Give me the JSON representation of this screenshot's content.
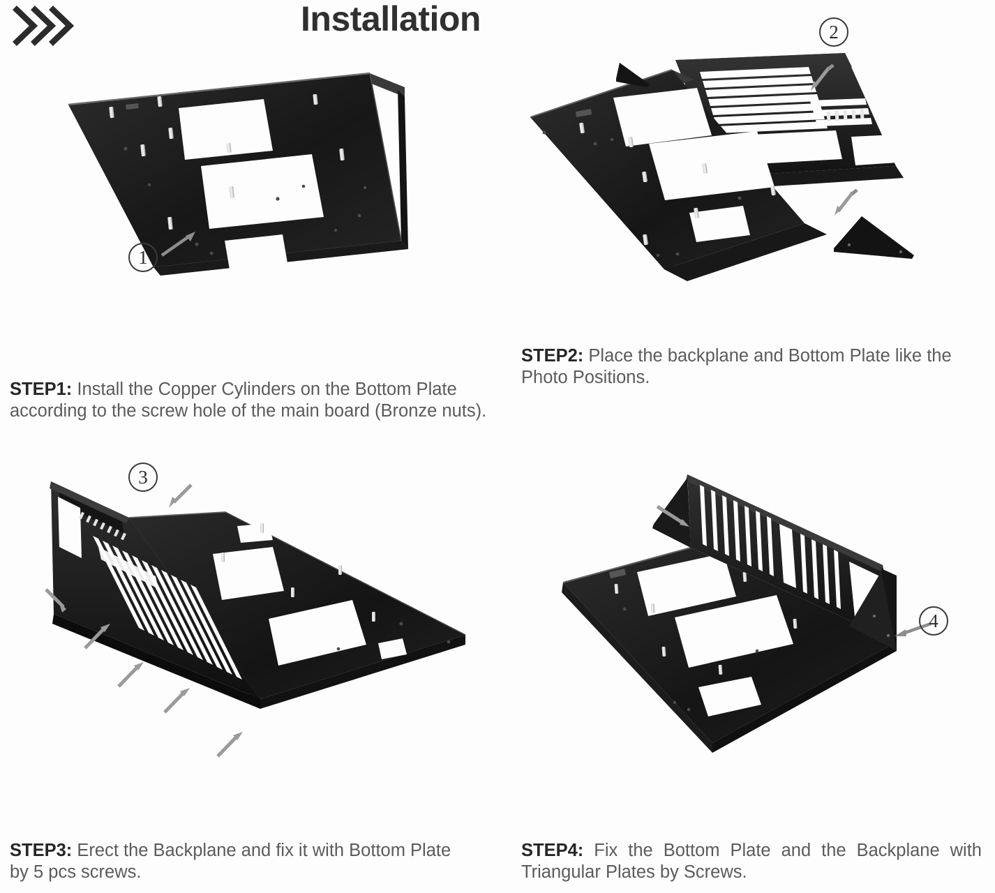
{
  "header": {
    "chevron_icon": "triple-chevron-right-icon",
    "title": "Installation"
  },
  "accent_colors": {
    "title_text": "#303030",
    "step_label": "#262626",
    "body_text": "#5b5b5b",
    "callout_outline": "#3a3a3a",
    "metal_part": "#1c1c1c",
    "screw_arrow": "#9a9a9a",
    "background": "#fdfdfd"
  },
  "panels": [
    {
      "id": "step1",
      "callout": "1",
      "callout_arrow": "arrow-up-right-icon",
      "photo_alt": "Black bottom plate with three rectangular cutouts and copper standoff cylinders",
      "parts_visible": [
        "bottom-plate",
        "copper-cylinders"
      ],
      "step_label": "STEP1",
      "step_separator": ":",
      "step_text": "Install the Copper Cylinders on the Bottom Plate according to the screw hole of the main board (Bronze nuts).",
      "lines": [
        "Install the Copper Cylinders on the Bottom",
        "Plate according to the screw hole of the main board",
        "(Bronze nuts)."
      ]
    },
    {
      "id": "step2",
      "callout": "2",
      "callout_arrow": "arrow-down-left-icon",
      "photo_alt": "Bottom plate laid flat beside the vented backplane with two triangular plates",
      "parts_visible": [
        "bottom-plate",
        "backplane",
        "triangular-plate",
        "triangular-plate"
      ],
      "screw_arrow_count": 2,
      "step_label": "STEP2",
      "step_separator": ":",
      "step_text": "Place the backplane and Bottom Plate like the Photo Positions.",
      "lines": [
        "Place the backplane and Bottom Plate like",
        "the Photo Positions."
      ]
    },
    {
      "id": "step3",
      "callout": "3",
      "callout_arrow": "arrow-down-left-icon",
      "photo_alt": "Backplane erected vertically on the bottom plate with five screws inserted along the edge",
      "parts_visible": [
        "bottom-plate",
        "backplane"
      ],
      "screw_arrow_count": 5,
      "step_label": "STEP3",
      "step_separator": ":",
      "step_text": "Erect the Backplane and fix it with Bottom Plate by 5 pcs screws.",
      "lines": [
        "Erect the Backplane and fix it with Bottom",
        "Plate by 5 pcs screws."
      ]
    },
    {
      "id": "step4",
      "callout": "4",
      "callout_arrow": "arrow-left-icon",
      "photo_alt": "Assembled chassis with the backplane fixed to the bottom plate by triangular corner plates",
      "parts_visible": [
        "bottom-plate",
        "backplane",
        "triangular-plate",
        "triangular-plate"
      ],
      "screw_arrow_count": 1,
      "step_label": "STEP4",
      "step_separator": ":",
      "step_text": "Fix the Bottom Plate and the Backplane with Triangular Plates by Screws.",
      "lines": [
        "Fix the Bottom Plate and the Backplane",
        "with Triangular Plates by Screws."
      ]
    }
  ]
}
